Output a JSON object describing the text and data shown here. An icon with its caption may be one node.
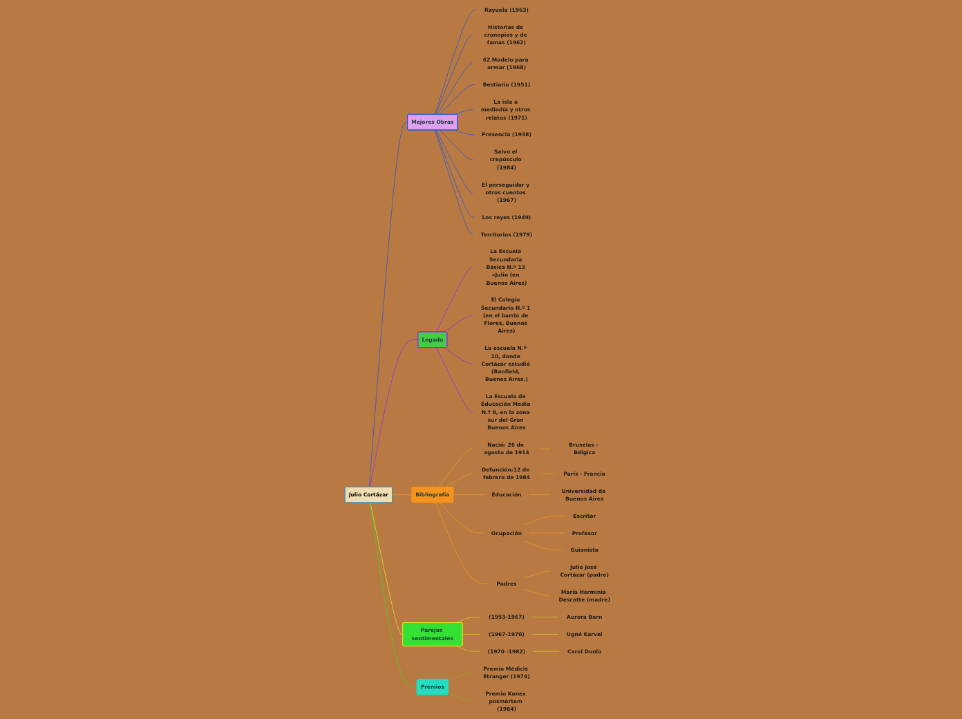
{
  "diagram": {
    "nodes": [
      {
        "text": [
          "Julio Cortázar"
        ]
      },
      {
        "text": [
          "Mejores Obras"
        ]
      },
      {
        "text": [
          "Rayuela (1963)"
        ]
      },
      {
        "text": [
          "Historias de cronopios y de famas (1962)"
        ]
      },
      {
        "text": [
          "62 Modelo para armar (1968)"
        ]
      },
      {
        "text": [
          "Bestiario (1951)"
        ]
      },
      {
        "text": [
          "La isla a mediodía y otros relatos (1971)"
        ]
      },
      {
        "text": [
          "Presencia (1938)"
        ]
      },
      {
        "text": [
          "Salvo el crepúsculo (1984)"
        ]
      },
      {
        "text": [
          "El perseguidor y otros cuentos (1967)"
        ]
      },
      {
        "text": [
          "Los reyes (1949)"
        ]
      },
      {
        "text": [
          "Territorios (1979)"
        ]
      },
      {
        "text": [
          "Legado"
        ]
      },
      {
        "text": [
          "La Escuela Secundaria Básica N.º 13 «Julio (en Buenos Aires)"
        ]
      },
      {
        "text": [
          "El Colegio Secundario N.º 1 (en el barrio de Flores, Buenos Aires)"
        ]
      },
      {
        "text": [
          "La escuela N.º 10, donde Cortázar estudió (Banfield, Buenos Aires.)"
        ]
      },
      {
        "text": [
          "La Escuela de Educación Media N.º 8, en la zona sur del Gran Buenos Aires"
        ]
      },
      {
        "text": [
          "Bibliografía"
        ]
      },
      {
        "text": [
          "Nació: 26 de agosto de 1914"
        ]
      },
      {
        "text": [
          "Bruselas - Bélgica"
        ]
      },
      {
        "text": [
          "Defunción:12 de febrero de 1984"
        ]
      },
      {
        "text": [
          "París - Francia"
        ]
      },
      {
        "text": [
          "Educación"
        ]
      },
      {
        "text": [
          "Universidad de Buenos Aires"
        ]
      },
      {
        "text": [
          "Ocupación"
        ]
      },
      {
        "text": [
          "Escritor"
        ]
      },
      {
        "text": [
          "Profesor"
        ]
      },
      {
        "text": [
          "Guionista"
        ]
      },
      {
        "text": [
          "Padres"
        ]
      },
      {
        "text": [
          "Julio José Cortázar (padre)"
        ]
      },
      {
        "text": [
          "María Herminia Descotte (madre)"
        ]
      },
      {
        "text": [
          "Parejas sentimentales"
        ]
      },
      {
        "text": [
          "(1953-1967)"
        ]
      },
      {
        "text": [
          "Aurora Bern"
        ]
      },
      {
        "text": [
          "(1967-1970)"
        ]
      },
      {
        "text": [
          "Ugné Karvel"
        ]
      },
      {
        "text": [
          "(1970 -1982)"
        ]
      },
      {
        "text": [
          "Carol Dunlo"
        ]
      },
      {
        "text": [
          "Premios"
        ]
      },
      {
        "text": [
          "Premio Médicis Etranger (1974)"
        ]
      },
      {
        "text": [
          "Premio Konex posmórtem (1984)"
        ]
      }
    ],
    "edges": [
      {
        "from": 0,
        "to": 1,
        "arrow": "none",
        "color": "#2255dd"
      },
      {
        "from": 1,
        "to": 2,
        "arrow": "none",
        "color": "#2255dd"
      },
      {
        "from": 1,
        "to": 3,
        "arrow": "none",
        "color": "#2255dd"
      },
      {
        "from": 1,
        "to": 4,
        "arrow": "none",
        "color": "#2255dd"
      },
      {
        "from": 1,
        "to": 5,
        "arrow": "none",
        "color": "#2255dd"
      },
      {
        "from": 1,
        "to": 6,
        "arrow": "none",
        "color": "#2255dd"
      },
      {
        "from": 1,
        "to": 7,
        "arrow": "none",
        "color": "#2255dd"
      },
      {
        "from": 1,
        "to": 8,
        "arrow": "none",
        "color": "#2255dd"
      },
      {
        "from": 1,
        "to": 9,
        "arrow": "none",
        "color": "#2255dd"
      },
      {
        "from": 1,
        "to": 10,
        "arrow": "none",
        "color": "#2255dd"
      },
      {
        "from": 1,
        "to": 11,
        "arrow": "none",
        "color": "#2255dd"
      },
      {
        "from": 0,
        "to": 12,
        "arrow": "none",
        "color": "#a020f0"
      },
      {
        "from": 12,
        "to": 13,
        "arrow": "none",
        "color": "#a020f0"
      },
      {
        "from": 12,
        "to": 14,
        "arrow": "none",
        "color": "#a020f0"
      },
      {
        "from": 12,
        "to": 15,
        "arrow": "none",
        "color": "#a020f0"
      },
      {
        "from": 12,
        "to": 16,
        "arrow": "none",
        "color": "#a020f0"
      },
      {
        "from": 0,
        "to": 17,
        "arrow": "none",
        "color": "#f7941d"
      },
      {
        "from": 17,
        "to": 18,
        "arrow": "none",
        "color": "#f7941d"
      },
      {
        "from": 18,
        "to": 19,
        "arrow": "none",
        "color": "#f7941d"
      },
      {
        "from": 17,
        "to": 20,
        "arrow": "none",
        "color": "#f7941d"
      },
      {
        "from": 20,
        "to": 21,
        "arrow": "none",
        "color": "#f7941d"
      },
      {
        "from": 17,
        "to": 22,
        "arrow": "none",
        "color": "#f7941d"
      },
      {
        "from": 22,
        "to": 23,
        "arrow": "none",
        "color": "#f7941d"
      },
      {
        "from": 17,
        "to": 24,
        "arrow": "none",
        "color": "#f7941d"
      },
      {
        "from": 24,
        "to": 25,
        "arrow": "none",
        "color": "#f7941d"
      },
      {
        "from": 24,
        "to": 26,
        "arrow": "none",
        "color": "#f7941d"
      },
      {
        "from": 24,
        "to": 27,
        "arrow": "none",
        "color": "#f7941d"
      },
      {
        "from": 17,
        "to": 28,
        "arrow": "none",
        "color": "#f7941d"
      },
      {
        "from": 28,
        "to": 29,
        "arrow": "none",
        "color": "#f7941d"
      },
      {
        "from": 28,
        "to": 30,
        "arrow": "none",
        "color": "#f7941d"
      },
      {
        "from": 0,
        "to": 31,
        "arrow": "none",
        "color": "#e0e020"
      },
      {
        "from": 31,
        "to": 32,
        "arrow": "none",
        "color": "#d4d020"
      },
      {
        "from": 32,
        "to": 33,
        "arrow": "none",
        "color": "#d4d020"
      },
      {
        "from": 31,
        "to": 34,
        "arrow": "none",
        "color": "#d4d020"
      },
      {
        "from": 34,
        "to": 35,
        "arrow": "none",
        "color": "#d4d020"
      },
      {
        "from": 31,
        "to": 36,
        "arrow": "none",
        "color": "#d4d020"
      },
      {
        "from": 36,
        "to": 37,
        "arrow": "none",
        "color": "#d4d020"
      },
      {
        "from": 0,
        "to": 38,
        "arrow": "none",
        "color": "#33dd11"
      },
      {
        "from": 38,
        "to": 39,
        "arrow": "none",
        "color": "#88aa22"
      },
      {
        "from": 38,
        "to": 40,
        "arrow": "none",
        "color": "#88aa22"
      }
    ]
  }
}
